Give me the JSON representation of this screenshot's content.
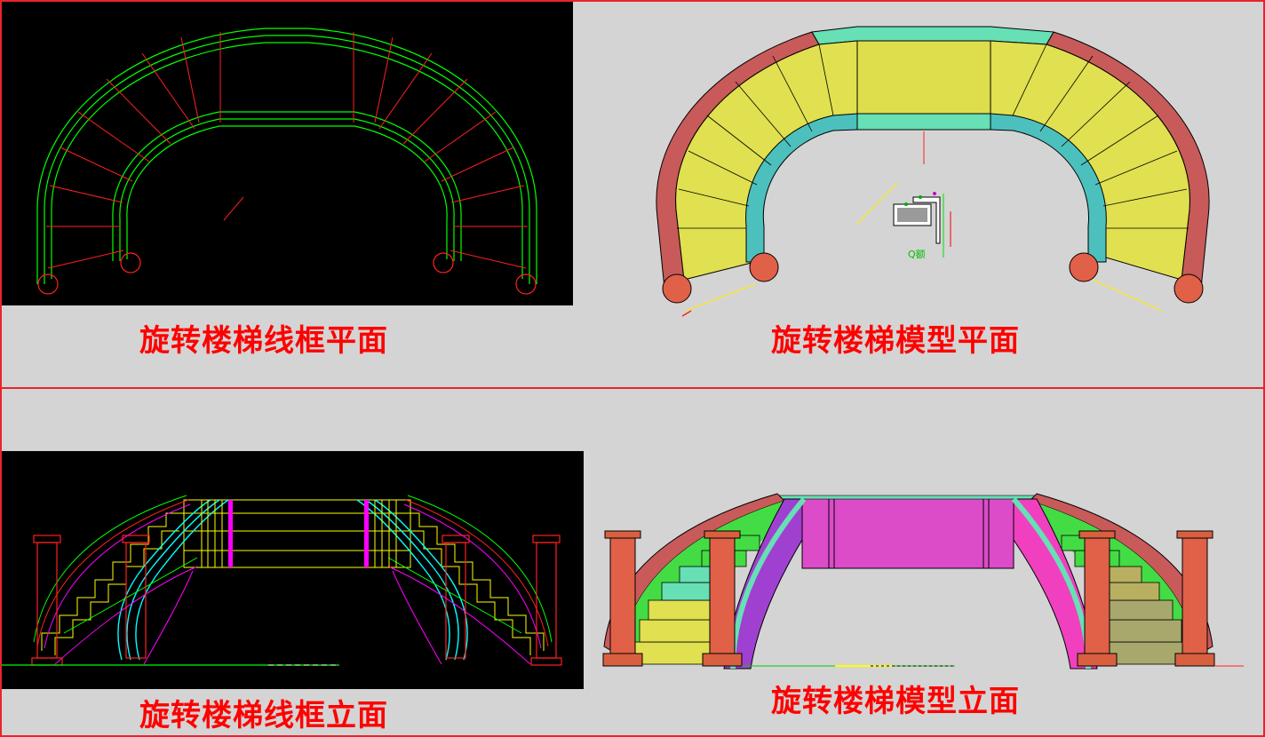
{
  "captions": {
    "wire_plan": "旋转楼梯线框平面",
    "model_plan": "旋转楼梯模型平面",
    "wire_elev": "旋转楼梯线框立面",
    "model_elev": "旋转楼梯模型立面"
  },
  "detail_label": "Q额",
  "colors": {
    "frame": "#e8242c",
    "caption": "#ff0000",
    "cad_bg": "#000000",
    "cad_green": "#00ff00",
    "cad_red": "#ff2020",
    "cad_yellow": "#ffff00",
    "cad_magenta": "#ff00ff",
    "cad_cyan": "#00ffff",
    "tread_yellow": "#e0e050",
    "landing_cyan": "#66e0b4",
    "outer_rail": "#c85a5a",
    "inner_rail": "#4cc0bc",
    "post": "#e06048",
    "wall_magenta": "#dc4cc8"
  }
}
